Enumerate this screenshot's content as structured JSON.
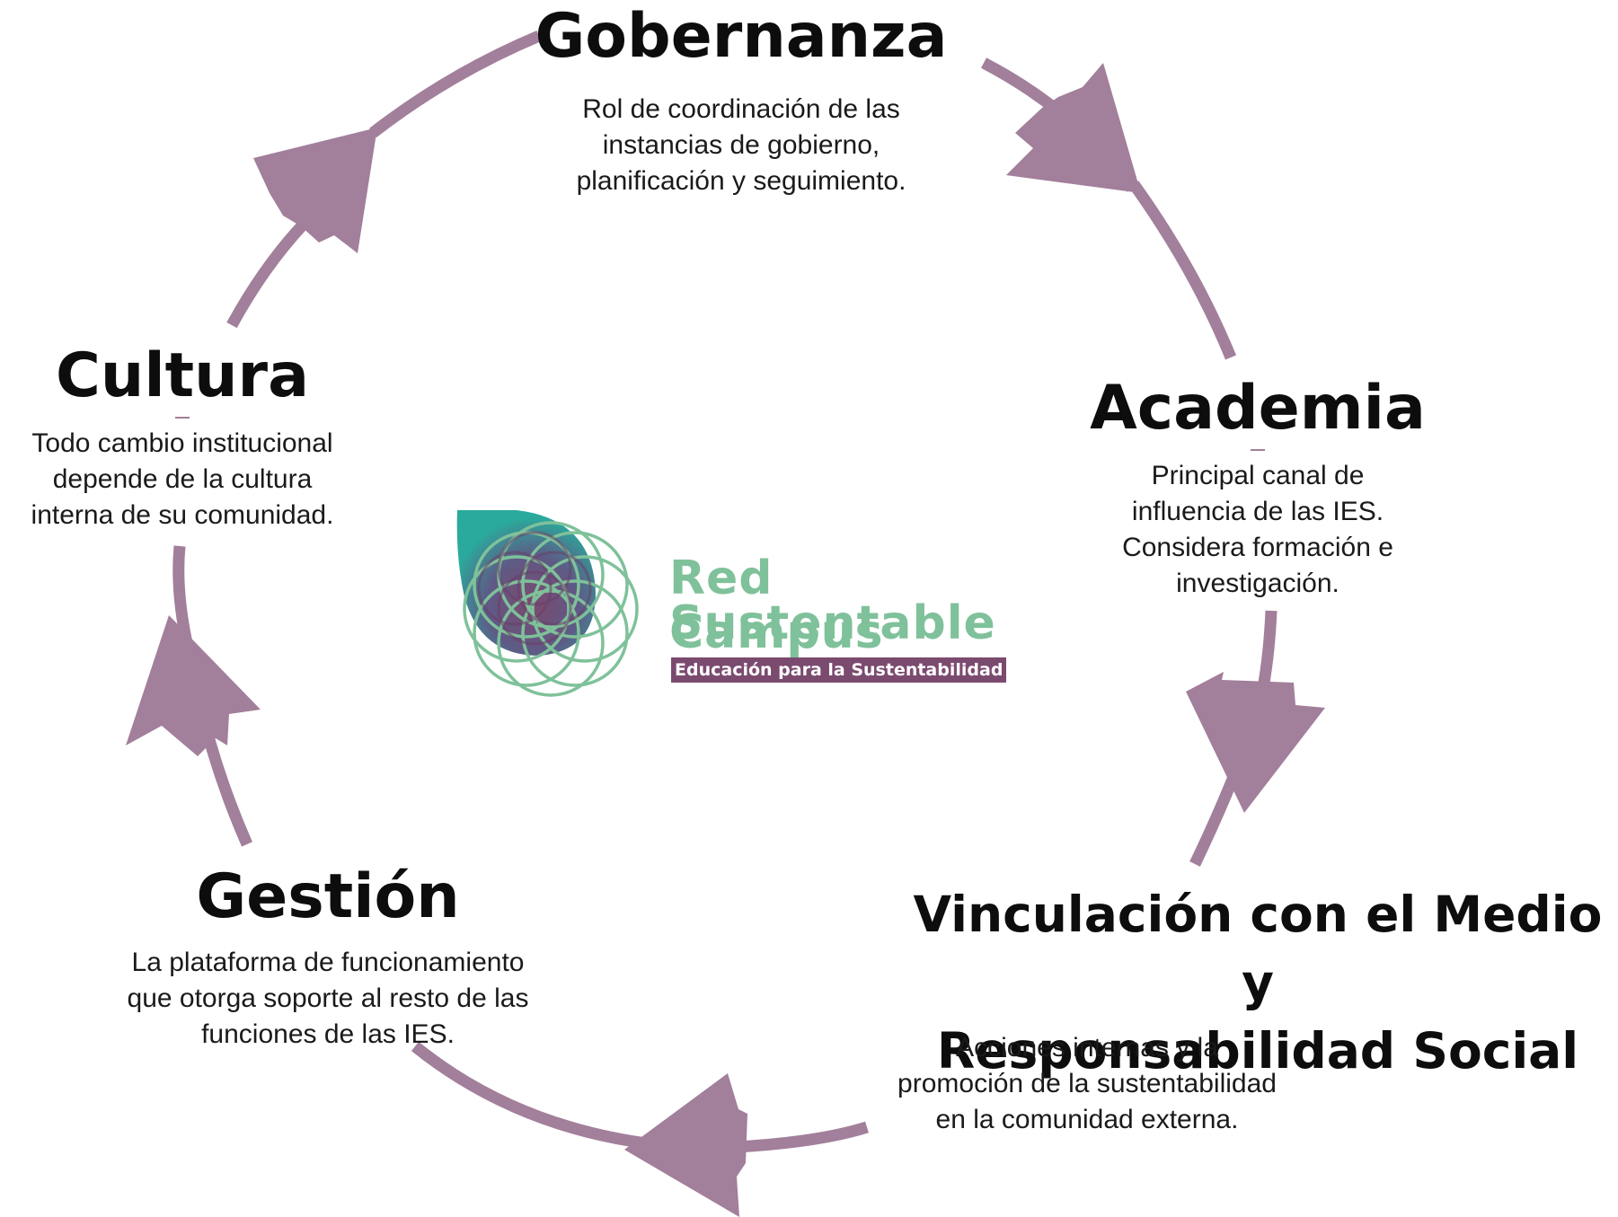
{
  "colors": {
    "arrow": "#a27f9b",
    "logo_green": "#7fc19a",
    "logo_teal": "#2aaa9c",
    "logo_purple": "#7b4a6f"
  },
  "nodes": {
    "gobernanza": {
      "title": "Gobernanza",
      "desc": [
        "Rol de coordinación de las",
        "instancias de gobierno,",
        "planificación y seguimiento."
      ]
    },
    "academia": {
      "title": "Academia",
      "desc": [
        "Principal canal de",
        "influencia de las IES.",
        "Considera formación e",
        "investigación."
      ]
    },
    "vinculacion": {
      "title": [
        "Vinculación con el Medio y",
        "Responsabilidad Social"
      ],
      "desc": [
        "Acciones internas y la",
        "promoción de la sustentabilidad",
        "en la comunidad externa."
      ]
    },
    "gestion": {
      "title": "Gestión",
      "desc": [
        "La plataforma de funcionamiento",
        "que otorga soporte al resto de las",
        "funciones de las IES."
      ]
    },
    "cultura": {
      "title": "Cultura",
      "desc": [
        "Todo cambio institucional",
        "depende de la cultura",
        "interna de su comunidad."
      ]
    }
  },
  "logo": {
    "line1": "Red Campus",
    "line2": "Sustentable",
    "tagline": "Educación para la Sustentabilidad"
  }
}
